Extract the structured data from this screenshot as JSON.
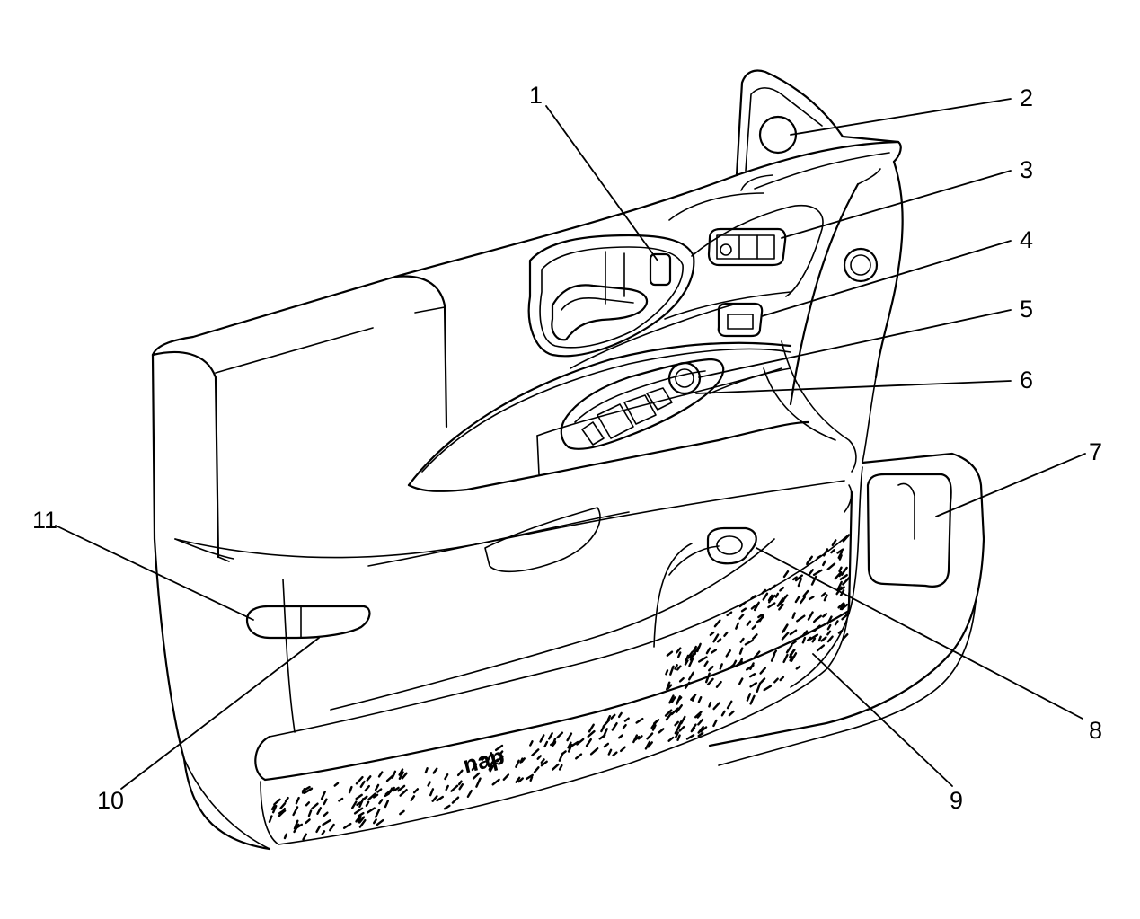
{
  "diagram": {
    "panel_stamp": "nap",
    "callouts": [
      {
        "id": "1",
        "label": "1"
      },
      {
        "id": "2",
        "label": "2"
      },
      {
        "id": "3",
        "label": "3"
      },
      {
        "id": "4",
        "label": "4"
      },
      {
        "id": "5",
        "label": "5"
      },
      {
        "id": "6",
        "label": "6"
      },
      {
        "id": "7",
        "label": "7"
      },
      {
        "id": "8",
        "label": "8"
      },
      {
        "id": "9",
        "label": "9"
      },
      {
        "id": "10",
        "label": "10"
      },
      {
        "id": "11",
        "label": "11"
      }
    ]
  }
}
